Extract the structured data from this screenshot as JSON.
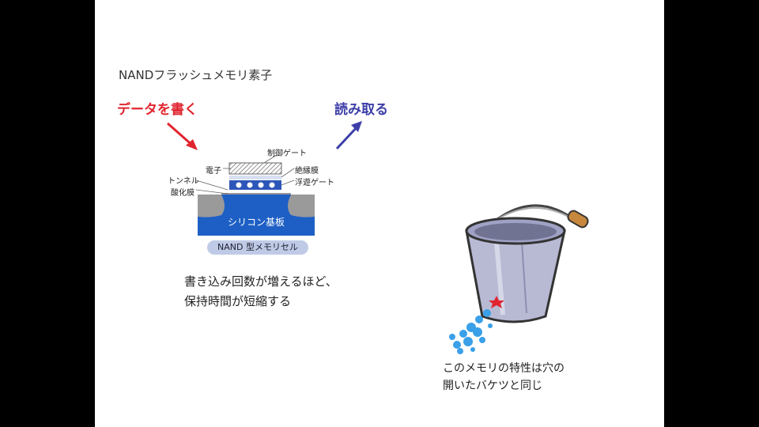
{
  "slide": {
    "title": "NANDフラッシュメモリ素子",
    "write_label": "データを書く",
    "read_label": "読み取る",
    "labels": {
      "control_gate": "制御ゲート",
      "electron": "電子",
      "insulator": "絶縁膜",
      "tunnel": "トンネル",
      "oxide": "酸化膜",
      "floating_gate": "浮遊ゲート",
      "silicon": "シリコン基板"
    },
    "cell_caption": "NAND 型メモリセル",
    "note_line1": "書き込み回数が増えるほど、",
    "note_line2": "保持時間が短縮する",
    "bucket_caption_line1": "このメモリの特性は穴の",
    "bucket_caption_line2": "開いたバケツと同じ"
  },
  "colors": {
    "write": "#e0252f",
    "read": "#3d3fa8",
    "substrate": "#1d5fc4",
    "water": "#3aa0e8"
  }
}
